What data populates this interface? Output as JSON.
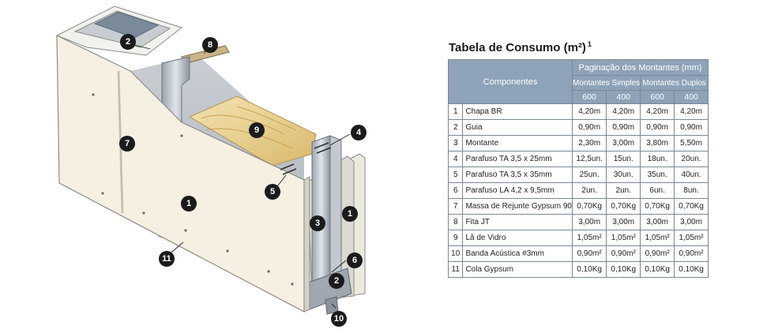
{
  "table": {
    "title": "Tabela de Consumo (m²)",
    "title_note": "1",
    "header": {
      "componentes": "Componentes",
      "paginacao": "Paginação dos Montantes (mm)",
      "simples": "Montantes Simples",
      "duplos": "Montantes Duplos",
      "spacings": [
        "600",
        "400",
        "600",
        "400"
      ]
    },
    "rows": [
      {
        "n": "1",
        "name": "Chapa BR",
        "v": [
          "4,20m",
          "4,20m",
          "4,20m",
          "4,20m"
        ]
      },
      {
        "n": "2",
        "name": "Guia",
        "v": [
          "0,90m",
          "0,90m",
          "0,90m",
          "0,90m"
        ]
      },
      {
        "n": "3",
        "name": "Montante",
        "v": [
          "2,30m",
          "3,00m",
          "3,80m",
          "5,50m"
        ]
      },
      {
        "n": "4",
        "name": "Parafuso TA 3,5 x 25mm",
        "v": [
          "12,5un.",
          "15un.",
          "18un.",
          "20un."
        ]
      },
      {
        "n": "5",
        "name": "Parafuso TA 3,5 x 35mm",
        "v": [
          "25un.",
          "30un.",
          "35un.",
          "40un."
        ]
      },
      {
        "n": "6",
        "name": "Parafuso LA 4,2 x 9,5mm",
        "v": [
          "2un.",
          "2un.",
          "6un.",
          "8un."
        ]
      },
      {
        "n": "7",
        "name": "Massa de Rejunte Gypsum 90",
        "v": [
          "0,70Kg",
          "0,70Kg",
          "0,70Kg",
          "0,70Kg"
        ]
      },
      {
        "n": "8",
        "name": "Fita JT",
        "v": [
          "3,00m",
          "3,00m",
          "3,00m",
          "3,00m"
        ]
      },
      {
        "n": "9",
        "name": "Lã de Vidro",
        "v": [
          "1,05m²",
          "1,05m²",
          "1,05m²",
          "1,05m²"
        ]
      },
      {
        "n": "10",
        "name": "Banda Acústica #3mm",
        "v": [
          "0,90m²",
          "0,90m²",
          "0,90m²",
          "0,90m²"
        ]
      },
      {
        "n": "11",
        "name": "Cola Gypsum",
        "v": [
          "0,10Kg",
          "0,10Kg",
          "0,10Kg",
          "0,10Kg"
        ]
      }
    ]
  },
  "diagram": {
    "callouts": [
      "2",
      "8",
      "7",
      "9",
      "4",
      "5",
      "1",
      "3",
      "1",
      "6",
      "11",
      "2",
      "10"
    ]
  }
}
